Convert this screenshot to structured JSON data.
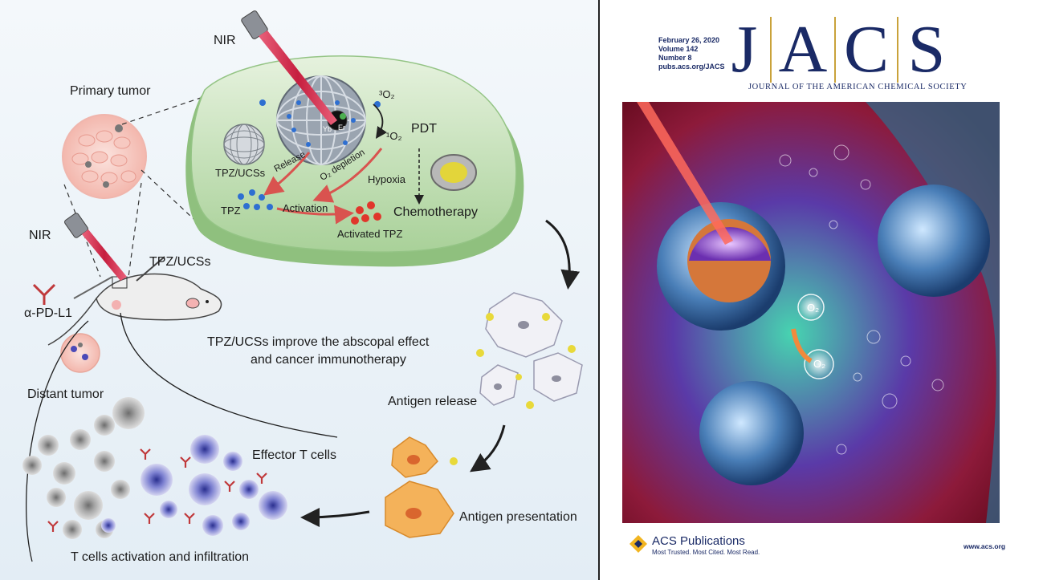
{
  "labels": {
    "nir_top": "NIR",
    "primary_tumor": "Primary tumor",
    "triplet_o2": "³O₂",
    "singlet_o2": "¹O₂",
    "pdt": "PDT",
    "yb": "Yb",
    "er": "Er",
    "tpz_ucss_inner": "TPZ/UCSs",
    "release": "Release",
    "o2_depletion": "O₂ depletion",
    "hypoxia": "Hypoxia",
    "tpz": "TPZ",
    "activation": "Activation",
    "chemotherapy": "Chemotherapy",
    "activated_tpz": "Activated TPZ",
    "nir_mouse": "NIR",
    "tpz_ucss_mouse": "TPZ/UCSs",
    "anti_pd_l1": "α-PD-L1",
    "abscopal_line1": "TPZ/UCSs improve the abscopal effect",
    "abscopal_line2": "and cancer immunotherapy",
    "distant_tumor": "Distant tumor",
    "antigen_release": "Antigen release",
    "effector_t_cells": "Effector T cells",
    "antigen_presentation": "Antigen presentation",
    "t_cells_activation": "T cells activation and infiltration"
  },
  "cover": {
    "date": "February 26, 2020",
    "volume": "Volume 142",
    "number": "Number 8",
    "url": "pubs.acs.org/JACS",
    "letters": [
      "J",
      "A",
      "C",
      "S"
    ],
    "journal_name": "JOURNAL OF THE AMERICAN CHEMICAL SOCIETY",
    "o2_label": "O₂",
    "publisher": "ACS Publications",
    "tagline": "Most Trusted. Most Cited. Most Read.",
    "website": "www.acs.org"
  },
  "colors": {
    "panel_bg": "#eef4f9",
    "cell_green": "#b9dcae",
    "cover_navy": "#1a2a66",
    "laser_red": "#d8344c",
    "arrow_red": "#d9534f"
  }
}
